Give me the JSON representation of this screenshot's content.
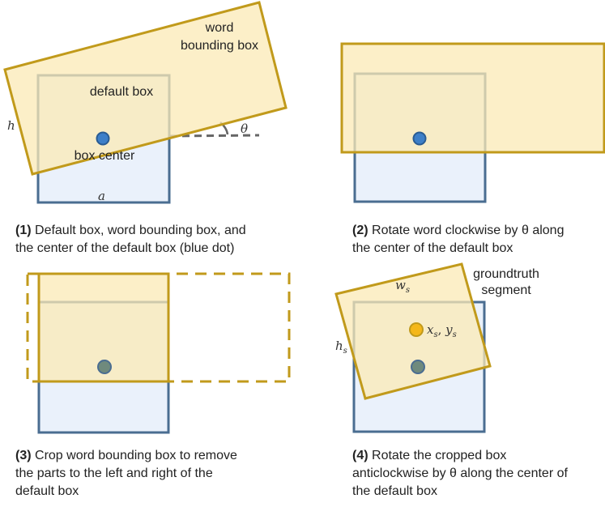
{
  "colors": {
    "default_box_stroke": "#4a6d91",
    "default_box_fill": "#eaf1fb",
    "word_box_stroke": "#c19a1b",
    "word_box_fill": "#fbe9b5",
    "blue_dot": "#3d7fc8",
    "blue_dot_stroke": "#2a5c93",
    "grey_dot": "#6f8a7d",
    "orange_dot": "#f4b71a",
    "dashed_line": "#666666"
  },
  "panel1": {
    "word_box_label_line1": "word",
    "word_box_label_line2": "bounding box",
    "default_box_label": "default box",
    "box_center_label": "box center",
    "h_label": "h",
    "a_label": "a",
    "theta_label": "θ",
    "caption_num": "(1)",
    "caption_line1": " Default box, word bounding box, and",
    "caption_line2": "the center of the default box (blue dot)"
  },
  "panel2": {
    "caption_num": "(2)",
    "caption_line1": " Rotate word clockwise by θ along",
    "caption_line2": "the center of the default box"
  },
  "panel3": {
    "caption_num": "(3)",
    "caption_line1": " Crop word bounding box to remove",
    "caption_line2": "the parts to the left and right of the",
    "caption_line3": "default box"
  },
  "panel4": {
    "segment_label_line1": "groundtruth",
    "segment_label_line2": "segment",
    "ws_label": "w",
    "ws_sub": "s",
    "hs_label": "h",
    "hs_sub": "s",
    "xs_label": "x",
    "xs_sub": "s",
    "ys_label": "y",
    "ys_sub": "s",
    "comma": ", ",
    "caption_num": "(4)",
    "caption_line1": " Rotate the cropped box",
    "caption_line2": "anticlockwise by θ along the center of",
    "caption_line3": "the default box"
  }
}
